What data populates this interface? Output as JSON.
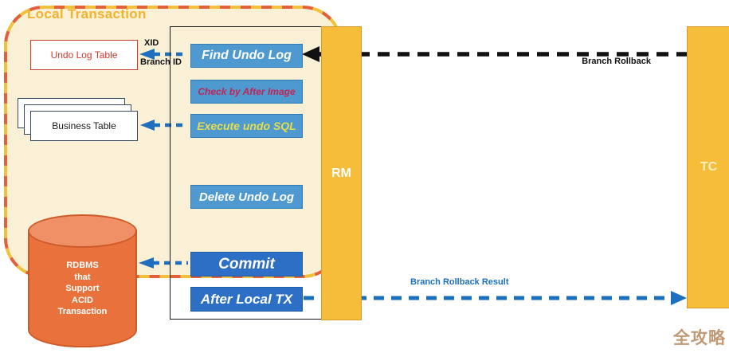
{
  "local_transaction_label": "Local Transaction",
  "undo_log_table": {
    "label": "Undo Log Table"
  },
  "business_table": {
    "label": "Business Table"
  },
  "database": {
    "lines": [
      "RDBMS",
      "that",
      "Support",
      "ACID",
      "Transaction"
    ]
  },
  "actions": [
    {
      "label": "Find Undo Log"
    },
    {
      "label": "Check by After Image"
    },
    {
      "label": "Execute undo SQL"
    },
    {
      "label": "Delete Undo Log"
    },
    {
      "label": "Commit"
    },
    {
      "label": "After Local TX"
    }
  ],
  "participants": {
    "rm": "RM",
    "tc": "TC"
  },
  "annotations": {
    "xid": "XID",
    "branch_id": "Branch ID",
    "branch_rollback": "Branch Rollback",
    "branch_rollback_result": "Branch Rollback Result"
  },
  "watermark": "全攻略",
  "colors": {
    "boundary_fill": "#FAF0D6",
    "boundary_dash_yellow": "#F2C13B",
    "boundary_dash_red": "#E2613C",
    "title_text": "#F2B32C",
    "action_light_blue": "#4E99CF",
    "action_dark_blue": "#2D6FC4",
    "lifeline_yellow": "#F6BD3B",
    "arrow_blue": "#1F6FBE",
    "arrow_black": "#111111",
    "cylinder_body": "#E8713C",
    "cylinder_top": "#F09067",
    "undo_table_red": "#D23A31",
    "check_text_red": "#C12455",
    "execute_text_yellow": "#E6DD4B",
    "watermark_tan": "#C09974"
  }
}
